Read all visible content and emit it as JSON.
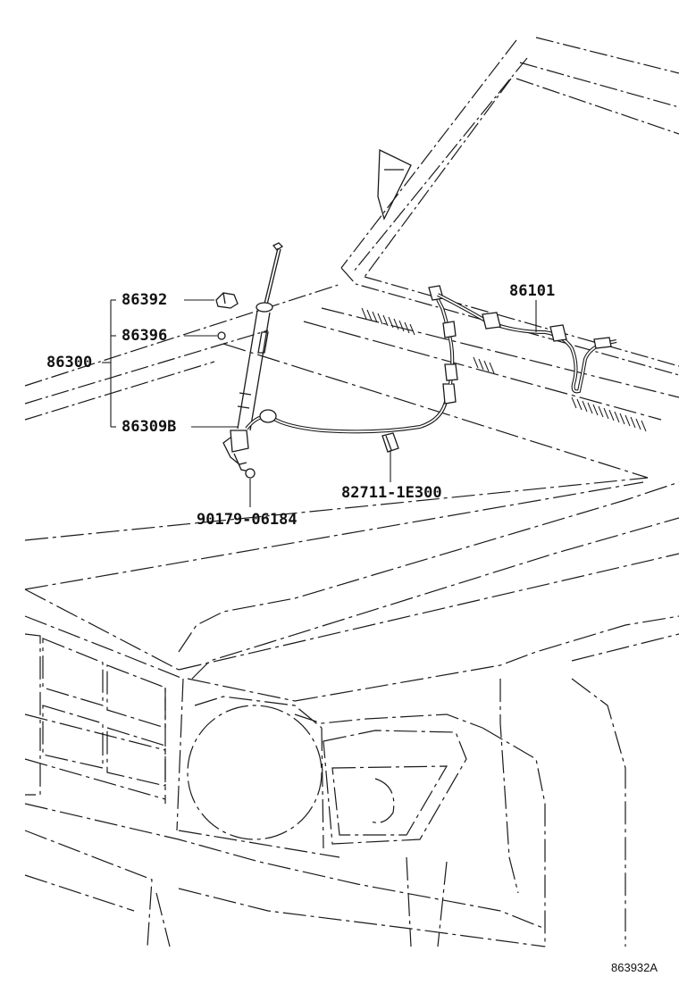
{
  "diagram": {
    "parts": [
      {
        "id": "label-86392",
        "text": "86392"
      },
      {
        "id": "label-86396",
        "text": "86396"
      },
      {
        "id": "label-86300",
        "text": "86300"
      },
      {
        "id": "label-86309b",
        "text": "86309B"
      },
      {
        "id": "label-90179",
        "text": "90179-06184"
      },
      {
        "id": "label-86101",
        "text": "86101"
      },
      {
        "id": "label-82711",
        "text": "82711-1E300"
      }
    ],
    "figure_code": "863932A"
  }
}
